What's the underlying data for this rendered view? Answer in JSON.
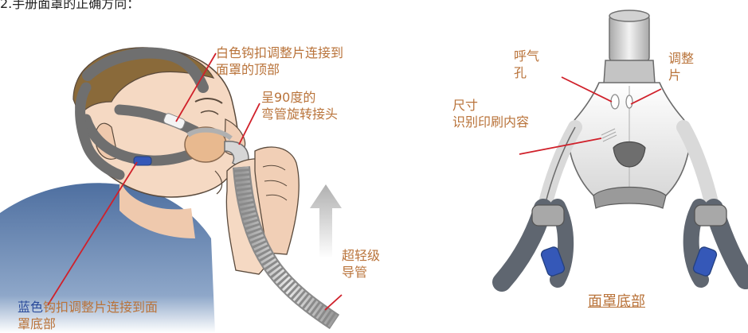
{
  "step_text": "2.手册面罩的正确方向：",
  "left_figure": {
    "white_clip_label_line1": "白色钩扣调整片连接到",
    "white_clip_label_line2": "面罩的顶部",
    "elbow_label_line1": "呈90度的",
    "elbow_label_line2": "弯管旋转接头",
    "tube_label_line1": "超轻级",
    "tube_label_line2": "导管",
    "blue_clip_label_blue": "蓝色",
    "blue_clip_label_rest": "钩扣调整片连接到面",
    "blue_clip_label_line2": "罩底部"
  },
  "right_figure": {
    "vent_label_line1": "呼气",
    "vent_label_line2": "孔",
    "adjust_label_line1": "调整",
    "adjust_label_line2": "片",
    "size_label_line1": "尺寸",
    "size_label_line2": "识别印刷内容",
    "caption": "面罩底部"
  },
  "colors": {
    "label": "#b9733a",
    "leader_line": "#d0202a",
    "blue_tab": "#3558b8",
    "headgear": "#6f6f6f",
    "skin": "#f5d9c3",
    "shirt": "#4e6fa0",
    "hair": "#8a6a3a"
  }
}
